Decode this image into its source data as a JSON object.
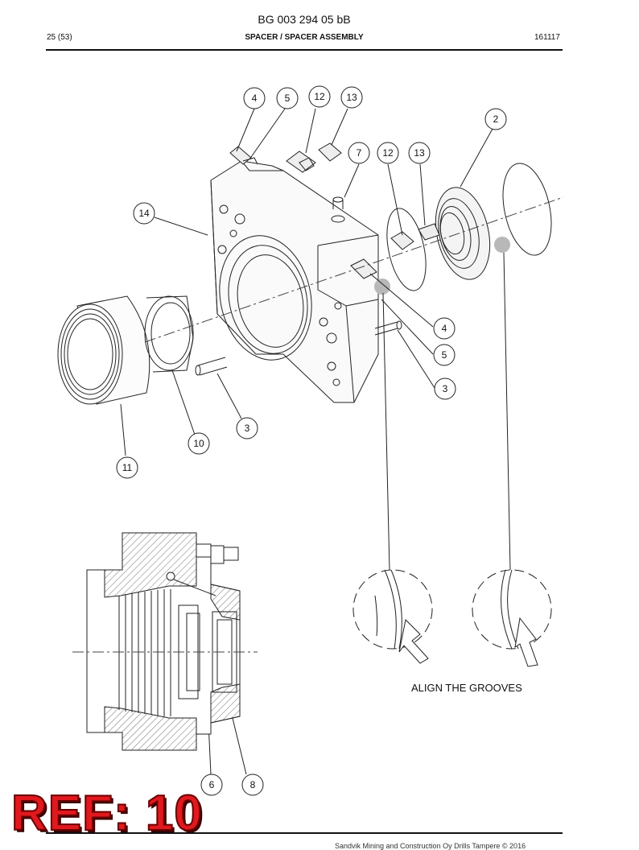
{
  "header": {
    "doc_number": "BG 003 294 05 bB",
    "page": "25 (53)",
    "title": "SPACER / SPACER ASSEMBLY",
    "date": "161117"
  },
  "callouts": {
    "c4a": "4",
    "c5a": "5",
    "c12a": "12",
    "c13a": "13",
    "c2": "2",
    "c7": "7",
    "c12b": "12",
    "c13b": "13",
    "c14": "14",
    "c4b": "4",
    "c5b": "5",
    "c3b": "3",
    "c3a": "3",
    "c10": "10",
    "c11": "11",
    "c6": "6",
    "c8": "8"
  },
  "note": "ALIGN THE GROOVES",
  "ref_label": "REF: 10",
  "footer": "Sandvik Mining and Construction Oy Drills Tampere © 2016"
}
